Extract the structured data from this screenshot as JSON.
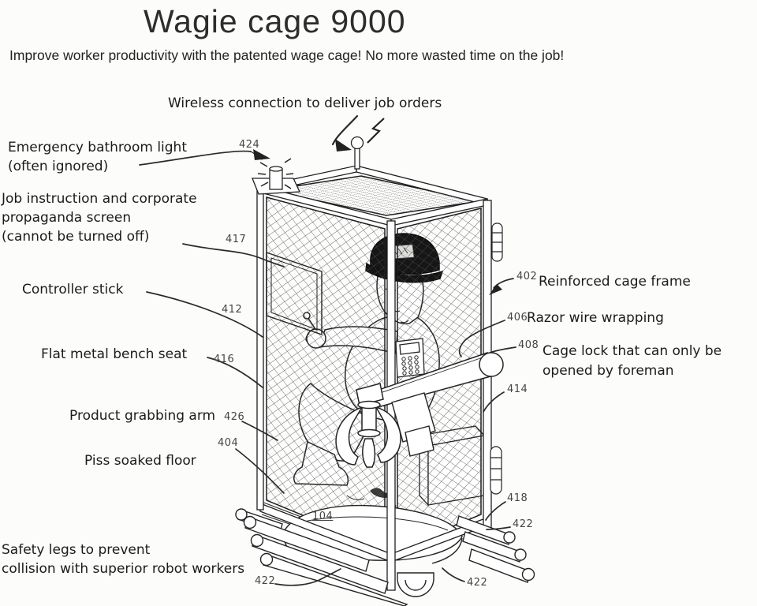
{
  "colors": {
    "background": "#fcfcfa",
    "ink": "#222222",
    "label_color": "#1b1b1b",
    "ref_color": "#454545",
    "cap_color": "#161616"
  },
  "header": {
    "title": "Wagie cage 9000",
    "subtitle": "Improve worker productivity with the patented wage cage!  No more wasted time on the job!"
  },
  "callouts": {
    "wireless": {
      "text": "Wireless connection to deliver job orders"
    },
    "bathroom_light": {
      "text": "Emergency bathroom light\n(often ignored)",
      "ref": "424"
    },
    "propaganda_screen": {
      "text": "Job instruction and corporate\npropaganda screen\n(cannot be turned off)",
      "ref": "417"
    },
    "controller_stick": {
      "text": "Controller stick",
      "ref": "412"
    },
    "bench_seat": {
      "text": "Flat metal bench seat",
      "ref": "416"
    },
    "grabbing_arm": {
      "text": "Product grabbing arm",
      "ref": "426"
    },
    "floor": {
      "text": "Piss soaked floor",
      "ref": "404"
    },
    "safety_legs": {
      "text": "Safety legs to prevent\ncollision with superior robot workers",
      "ref": "422"
    },
    "cage_frame": {
      "text": "Reinforced cage frame",
      "ref": "402"
    },
    "razor_wire": {
      "text": "Razor wire wrapping",
      "ref": "406"
    },
    "cage_lock": {
      "text": "Cage lock that can only be\nopened by foreman",
      "ref": "408"
    }
  },
  "part_numbers": {
    "arm_mount": "414",
    "rear_post": "418",
    "leg_right_upper": "422",
    "leg_right_lower": "422",
    "base_platform": "104"
  }
}
